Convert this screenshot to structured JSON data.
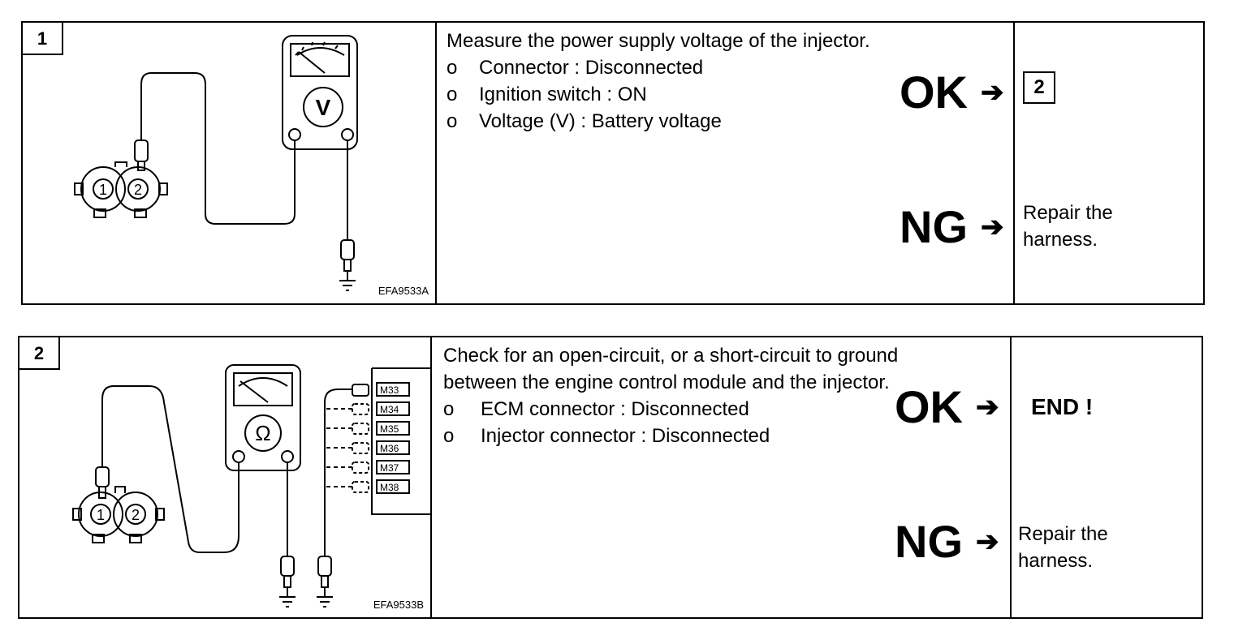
{
  "steps": [
    {
      "number": "1",
      "figure_code": "EFA9533A",
      "meter_symbol": "V",
      "connector_pins": [
        "1",
        "2"
      ],
      "description": "Measure the power supply voltage of the injector.",
      "bullet_marker": "o",
      "bullets": [
        "Connector : Disconnected",
        "Ignition switch : ON",
        "Voltage (V) : Battery voltage"
      ],
      "ok_label": "OK",
      "ok_result": "2",
      "ng_label": "NG",
      "ng_result_line1": "Repair the",
      "ng_result_line2": "harness."
    },
    {
      "number": "2",
      "figure_code": "EFA9533B",
      "meter_symbol": "Ω",
      "connector_pins": [
        "1",
        "2"
      ],
      "ecm_pins": [
        "M33",
        "M34",
        "M35",
        "M36",
        "M37",
        "M38"
      ],
      "description": "Check for an open-circuit, or a short-circuit to ground between the engine control module and the injector.",
      "bullet_marker": "o",
      "bullets": [
        "ECM connector : Disconnected",
        "Injector connector : Disconnected"
      ],
      "ok_label": "OK",
      "ok_result": "END !",
      "ng_label": "NG",
      "ng_result_line1": "Repair the",
      "ng_result_line2": "harness."
    }
  ],
  "arrow_glyph": "➔"
}
